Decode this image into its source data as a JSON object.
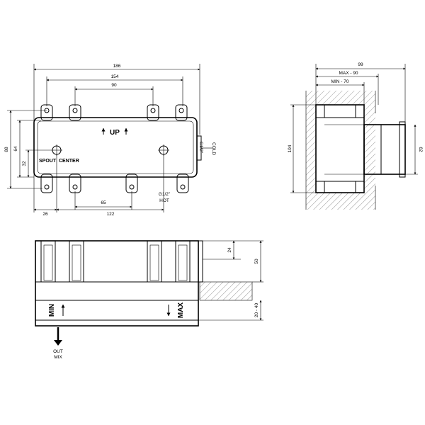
{
  "front_view": {
    "dim_overall_width": "186",
    "dim_mount_holes_wide": "154",
    "dim_mount_holes_top": "90",
    "dim_overall_height": "88",
    "dim_mount_height": "64",
    "dim_center_height": "32",
    "dim_spout_offset": "26",
    "dim_spout_to_hot": "122",
    "dim_lower_holes": "65",
    "up_label": "UP",
    "spout_label": "SPOUT",
    "center_label": "CENTER",
    "cold_thread": "G1/2\"",
    "cold_label": "COLD",
    "hot_thread": "G1/2\"",
    "hot_label": "HOT"
  },
  "side_view": {
    "dim_depth": "99",
    "dim_max": "MAX - 90",
    "dim_min": "MIN - 70",
    "dim_height": "104",
    "dim_outlet": "62"
  },
  "bottom_view": {
    "dim_24": "24",
    "dim_50": "50",
    "dim_20_40": "20 - 40",
    "min_label": "MIN",
    "max_label": "MAX",
    "out_label": "OUT",
    "mix_label": "MIX"
  }
}
